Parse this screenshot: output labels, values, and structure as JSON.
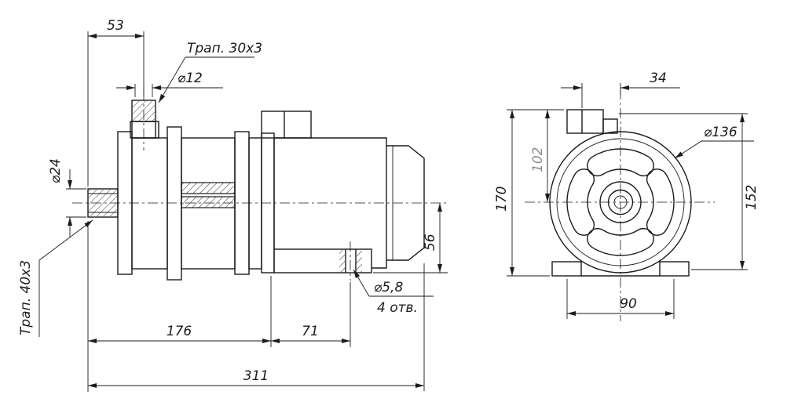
{
  "page": {
    "background": "#ffffff",
    "ink": "#1b1b1b"
  },
  "side_view": {
    "dims": {
      "d53": "53",
      "thread_top": "Трап. 30x3",
      "dia12": "⌀12",
      "dia24": "⌀24",
      "thread_shaft": "Трап. 40x3",
      "d56": "56",
      "hole_dia": "⌀5,8",
      "hole_note": "4 отв.",
      "d176": "176",
      "d71": "71",
      "d311": "311"
    }
  },
  "front_view": {
    "dims": {
      "d34": "34",
      "d102": "102",
      "d170": "170",
      "d152": "152",
      "dia136": "⌀136",
      "d90": "90"
    }
  }
}
